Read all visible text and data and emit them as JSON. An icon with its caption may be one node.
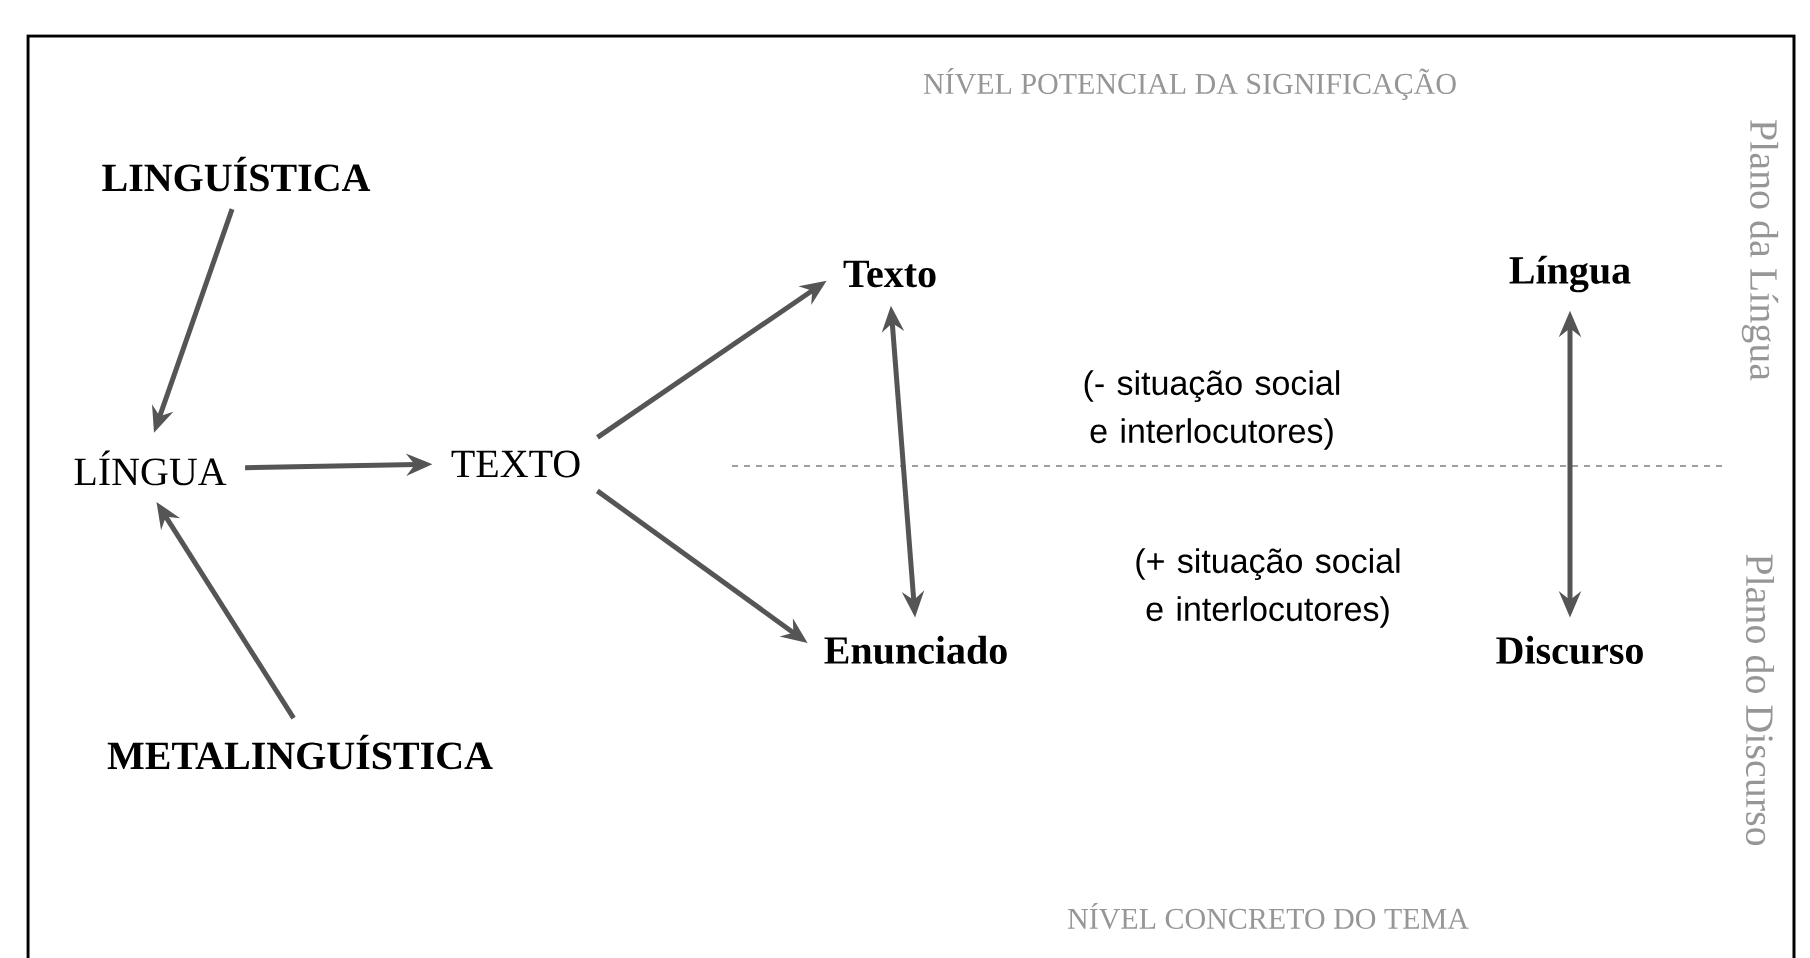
{
  "diagram": {
    "nodes": [
      {
        "text": [
          "LINGUÍSTICA"
        ]
      },
      {
        "text": [
          "LÍNGUA"
        ]
      },
      {
        "text": [
          "METALINGUÍSTICA"
        ]
      },
      {
        "text": [
          "TEXTO"
        ]
      },
      {
        "text": [
          "Texto"
        ]
      },
      {
        "text": [
          "Língua"
        ]
      },
      {
        "text": [
          "Enunciado"
        ]
      },
      {
        "text": [
          "Discurso"
        ]
      }
    ],
    "edges": [
      {
        "from": 0,
        "to": 1,
        "arrow": "to"
      },
      {
        "from": 2,
        "to": 1,
        "arrow": "to"
      },
      {
        "from": 1,
        "to": 3,
        "arrow": "to"
      },
      {
        "from": 3,
        "to": 4,
        "arrow": "to"
      },
      {
        "from": 3,
        "to": 6,
        "arrow": "to"
      },
      {
        "from": 4,
        "to": 6,
        "arrow": "both"
      },
      {
        "from": 5,
        "to": 7,
        "arrow": "both"
      }
    ],
    "labels": [
      "NÍVEL POTENCIAL DA SIGNIFICAÇÃO",
      "Plano da Língua",
      "(- situação social e interlocutores)",
      "(+ situação social e interlocutores)",
      "Plano do Discurso",
      "NÍVEL CONCRETO DO TEMA"
    ]
  }
}
